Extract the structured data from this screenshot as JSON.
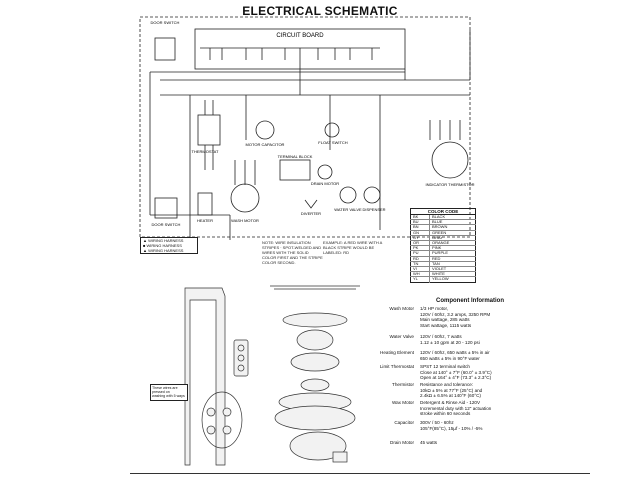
{
  "header": {
    "title": "ELECTRICAL SCHEMATIC"
  },
  "schematic": {
    "circuit_board_label": "CIRCUIT BOARD",
    "door_switch_label": "DOOR SWITCH",
    "door_switch_bottom_label": "DOOR SWITCH",
    "components": {
      "thermostat": "THERMOSTAT",
      "heater": "HEATER",
      "motor_capacitor": "MOTOR CAPACITOR",
      "wash_motor": "WASH MOTOR",
      "terminal_block": "TERMINAL BLOCK",
      "diverter": "DIVERTER",
      "drain_motor": "DRAIN MOTOR",
      "float_switch": "FLOAT SWITCH",
      "water_valve": "WATER VALVE",
      "dispenser": "DISPENSER",
      "indicator_thermistor": "INDICATOR THERMISTOR"
    },
    "legend": [
      "▲ WIRING HARNESS",
      "■ WIRING HARNESS",
      "▲ WIRING HARNESS"
    ],
    "note_1": "NOTE: WIRE INSULATION\nSTRIPES · SPOT-WELDED AND\nWIRES WITH THE SOLID\nCOLOR FIRST AND THE STRIPE\nCOLOR SECOND.",
    "note_2": "EXAMPLE: A RED WIRE WITH A\nBLACK STRIPE WOULD BE\nLABELED: RD"
  },
  "color_code": {
    "title": "COLOR CODE",
    "rows": [
      [
        "BK",
        "BLACK"
      ],
      [
        "BU",
        "BLUE"
      ],
      [
        "BN",
        "BROWN"
      ],
      [
        "GN",
        "GREEN"
      ],
      [
        "GY",
        "GRAY"
      ],
      [
        "OR",
        "ORANGE"
      ],
      [
        "PK",
        "PINK"
      ],
      [
        "PU",
        "PURPLE"
      ],
      [
        "RD",
        "RED"
      ],
      [
        "TN",
        "TAN"
      ],
      [
        "VI",
        "VIOLET"
      ],
      [
        "WH",
        "WHITE"
      ],
      [
        "YL",
        "YELLOW"
      ]
    ]
  },
  "callout": {
    "text": "These wires are pressed on\nwashing with 5 ways"
  },
  "component_info": {
    "title": "Component Information",
    "rows": [
      {
        "name": "Wash Motor",
        "value": "1/3 HP motor,\n120V / 60hz, 3.2 amps, 3250 RPM\nMain wattage, 285 watts\nStart wattage, 1115 watts"
      },
      {
        "name": "Water Valve",
        "value": "120V / 60hz, 7 watts\n1.12 ± 10 gpm at 20 - 120 psi"
      },
      {
        "name": "Heating Element",
        "value": "120V / 60hz, 650 watts ± 5% in air\n650 watts ± 5% in 90°F water"
      },
      {
        "name": "Limit Thermostat",
        "value": "SPST 12 terminal switch\nClose at 140° ± 7°F (60.0° ± 3.9°C)\nOpen at 164° ± 4°F (73.3° ± 2.3°C)"
      },
      {
        "name": "Thermistor",
        "value": "Resistance and tolerance:\n10kΩ ± 5% at 77°F (25°C) and\n2.4kΩ ± 6.5% at 140°F (60°C)"
      },
      {
        "name": "Wax Motor",
        "value": "Detergent & Rinse Aid - 120V\nIncremental duty with 12\" actuation\nstroke within 60 seconds"
      },
      {
        "name": "Capacitor",
        "value": "300V / 50 - 60hz\n105°F(85°C), 15µf - 10% / -5%"
      },
      {
        "name": "Drain Motor",
        "value": "45 watts"
      }
    ]
  }
}
